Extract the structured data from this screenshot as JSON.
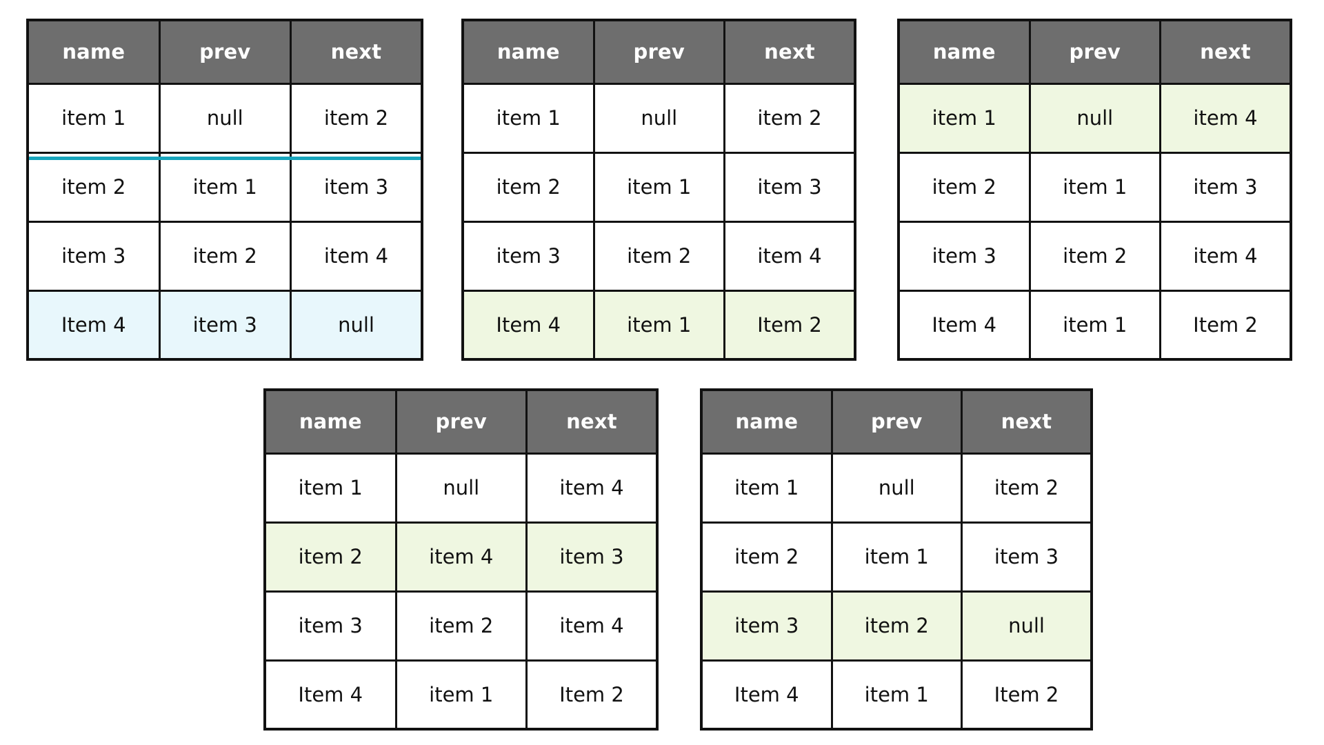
{
  "page": {
    "background": "#ffffff",
    "header_bg": "#6e6e6e",
    "header_fg": "#ffffff",
    "border_color": "#111111",
    "highlight_green": "#eff7e1",
    "highlight_blue": "#e8f7fc",
    "cyan_line_color": "#18a5bd"
  },
  "columns": [
    "name",
    "prev",
    "next"
  ],
  "tables": [
    {
      "id": "table-1",
      "columns": [
        "name",
        "prev",
        "next"
      ],
      "rows": [
        {
          "cells": [
            "item 1",
            "null",
            "item 2"
          ],
          "highlight": "none"
        },
        {
          "cells": [
            "item 2",
            "item 1",
            "item 3"
          ],
          "highlight": "none"
        },
        {
          "cells": [
            "item 3",
            "item 2",
            "item 4"
          ],
          "highlight": "none"
        },
        {
          "cells": [
            "Item 4",
            "item 3",
            "null"
          ],
          "highlight": "blue"
        }
      ],
      "annotation": {
        "type": "cyan-line",
        "after_row": 1
      }
    },
    {
      "id": "table-2",
      "columns": [
        "name",
        "prev",
        "next"
      ],
      "rows": [
        {
          "cells": [
            "item 1",
            "null",
            "item 2"
          ],
          "highlight": "none"
        },
        {
          "cells": [
            "item 2",
            "item 1",
            "item 3"
          ],
          "highlight": "none"
        },
        {
          "cells": [
            "item 3",
            "item 2",
            "item 4"
          ],
          "highlight": "none"
        },
        {
          "cells": [
            "Item 4",
            "item 1",
            "Item 2"
          ],
          "highlight": "green"
        }
      ]
    },
    {
      "id": "table-3",
      "columns": [
        "name",
        "prev",
        "next"
      ],
      "rows": [
        {
          "cells": [
            "item 1",
            "null",
            "item 4"
          ],
          "highlight": "green"
        },
        {
          "cells": [
            "item 2",
            "item 1",
            "item 3"
          ],
          "highlight": "none"
        },
        {
          "cells": [
            "item 3",
            "item 2",
            "item 4"
          ],
          "highlight": "none"
        },
        {
          "cells": [
            "Item 4",
            "item 1",
            "Item 2"
          ],
          "highlight": "none"
        }
      ]
    },
    {
      "id": "table-4",
      "columns": [
        "name",
        "prev",
        "next"
      ],
      "rows": [
        {
          "cells": [
            "item 1",
            "null",
            "item 4"
          ],
          "highlight": "none"
        },
        {
          "cells": [
            "item 2",
            "item 4",
            "item 3"
          ],
          "highlight": "green"
        },
        {
          "cells": [
            "item 3",
            "item 2",
            "item 4"
          ],
          "highlight": "none"
        },
        {
          "cells": [
            "Item 4",
            "item 1",
            "Item 2"
          ],
          "highlight": "none"
        }
      ]
    },
    {
      "id": "table-5",
      "columns": [
        "name",
        "prev",
        "next"
      ],
      "rows": [
        {
          "cells": [
            "item 1",
            "null",
            "item 2"
          ],
          "highlight": "none"
        },
        {
          "cells": [
            "item 2",
            "item 1",
            "item 3"
          ],
          "highlight": "none"
        },
        {
          "cells": [
            "item 3",
            "item 2",
            "null"
          ],
          "highlight": "green"
        },
        {
          "cells": [
            "Item 4",
            "item 1",
            "Item 2"
          ],
          "highlight": "none"
        }
      ]
    }
  ]
}
